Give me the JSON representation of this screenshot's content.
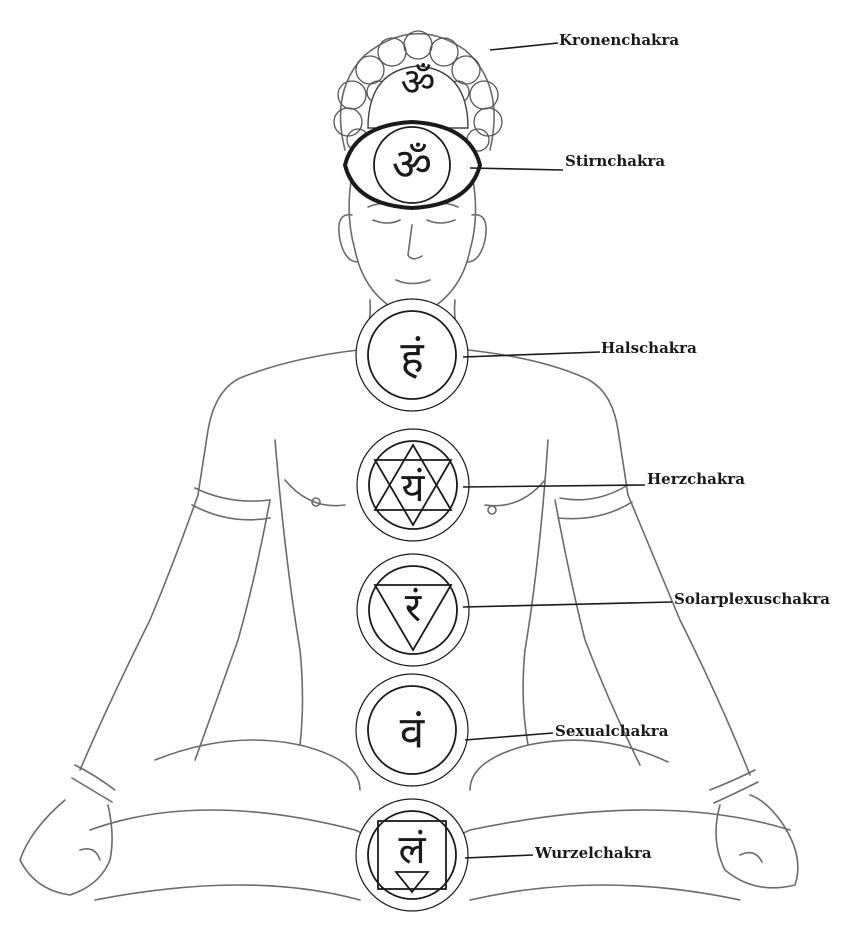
{
  "chakras": [
    {
      "label": "Kronenchakra",
      "glyph": "ॐ"
    },
    {
      "label": "Stirnchakra",
      "glyph": "ॐ"
    },
    {
      "label": "Halschakra",
      "glyph": "हं"
    },
    {
      "label": "Herzchakra",
      "glyph": "यं"
    },
    {
      "label": "Solarplexuschakra",
      "glyph": "रं"
    },
    {
      "label": "Sexualchakra",
      "glyph": "वं"
    },
    {
      "label": "Wurzelchakra",
      "glyph": "लं"
    }
  ],
  "colors": {
    "ink": "#1a1a1a",
    "pencil": "#6b6b6b",
    "paper": "#ffffff"
  },
  "icons": [
    "crown-lotus-icon",
    "meditating-figure-icon",
    "chakra-lotus-icon"
  ]
}
